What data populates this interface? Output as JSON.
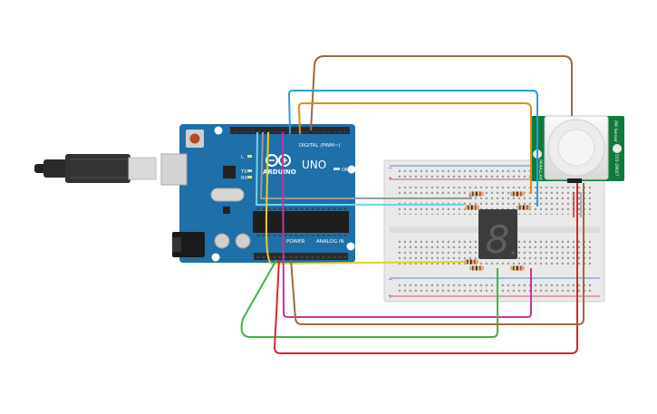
{
  "canvas": {
    "background": "#ffffff"
  },
  "arduino": {
    "brand": "ARDUINO",
    "model": "UNO",
    "digital_label": "DIGITAL (PWM~)",
    "power_label": "POWER",
    "analog_label": "ANALOG IN",
    "on_label": "ON",
    "tx_label": "TX",
    "rx_label": "RX",
    "l_label": "L",
    "board_color": "#1f6fa8"
  },
  "usb_cable": {
    "icon": "usb-plug-icon"
  },
  "pir_sensor": {
    "label_top": "PIR Sensor",
    "label_side": "555-28027",
    "label_brand": "PARALLAX",
    "board_color": "#0f7a3a"
  },
  "seven_segment": {
    "digit": "8",
    "icon": "seven-segment-display-icon"
  },
  "breadboard": {
    "color": "#e9e9e9",
    "plus": "+",
    "minus": "−"
  },
  "wires": [
    {
      "name": "wire-brown-top",
      "color": "#9b6b3b"
    },
    {
      "name": "wire-blue-top",
      "color": "#2a9fd6"
    },
    {
      "name": "wire-orange-top",
      "color": "#e48b1a"
    },
    {
      "name": "wire-gray",
      "color": "#9a9a9a"
    },
    {
      "name": "wire-cyan",
      "color": "#6fd3e8"
    },
    {
      "name": "wire-yellow",
      "color": "#e8d21c"
    },
    {
      "name": "wire-magenta",
      "color": "#c7339c"
    },
    {
      "name": "wire-green",
      "color": "#3bb54a"
    },
    {
      "name": "wire-red",
      "color": "#d6272b"
    },
    {
      "name": "wire-brown-bottom",
      "color": "#9b6b3b"
    }
  ]
}
